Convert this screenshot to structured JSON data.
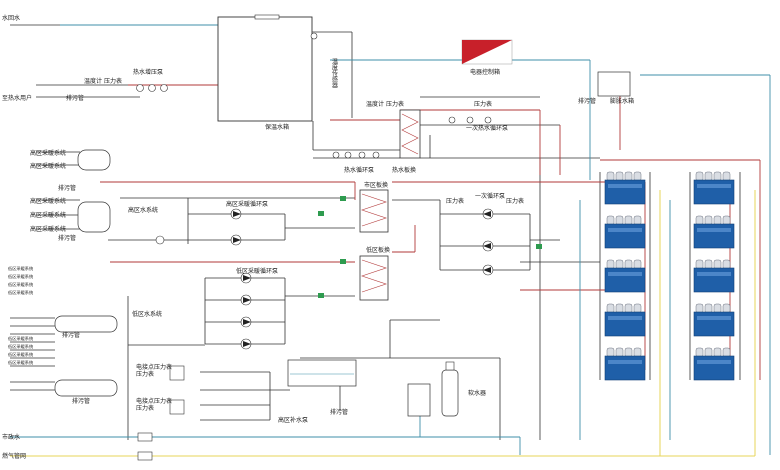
{
  "labels": {
    "water_return": "水回水",
    "hot_supply_pump": "热水增压泵",
    "thermometer": "温度计",
    "pressure_gauge": "压力表",
    "user_hot_water": "至热水用户",
    "drain": "排污管",
    "insulated_tank": "保温水箱",
    "temp_sensor_probe": "温度传感器",
    "electric_cabinet": "电器控制箱",
    "expansion_tank": "膨胀水箱",
    "primary_circ_pump": "一次热水循环泵",
    "hot_circ_pump": "热水循环泵",
    "hot_plate_hx": "热水板换",
    "high_heating_sys": "高区采暖系统",
    "high_water_sys": "高区水系统",
    "high_circ_pump": "高区采暖循环泵",
    "mid_plate_hx": "市区板换",
    "primary_circ_pump2": "一次循环泵",
    "low_plate_hx": "低区板换",
    "low_circ_pump": "低区采暖循环泵",
    "low_water_sys": "低区水系统",
    "low_branch": "低区采暖系统",
    "ecp_gauge": "电接点压力表",
    "low_makeup_pump": "高区补水泵",
    "softener": "软水器",
    "municipal_water": "市政水",
    "gas_pipe": "燃气管网"
  },
  "colors": {
    "hot_line": "#b23a3a",
    "cold_line": "#3f8fa8",
    "black_line": "#333333",
    "green_valve": "#2e9b4f",
    "gas_line": "#e7d45a",
    "unit_blue": "#1f5fa8",
    "cabinet_red": "#c8202a"
  }
}
